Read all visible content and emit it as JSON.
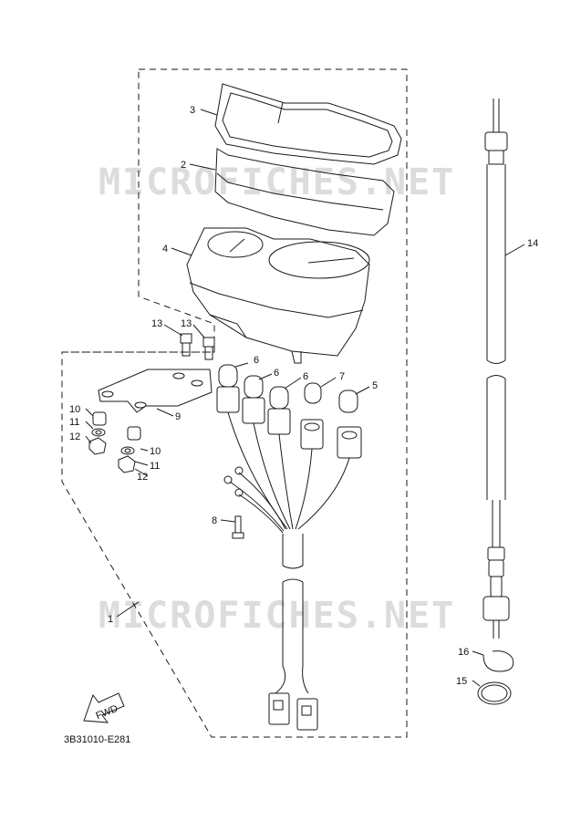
{
  "watermark": "MICROFICHES.NET",
  "diagram_code": "3B31010-E281",
  "fwd_label": "FWD",
  "callouts": {
    "c1": "1",
    "c2": "2",
    "c3": "3",
    "c4": "4",
    "c5": "5",
    "c6a": "6",
    "c6b": "6",
    "c6c": "6",
    "c7": "7",
    "c8": "8",
    "c9": "9",
    "c10a": "10",
    "c10b": "10",
    "c11a": "11",
    "c11b": "11",
    "c12a": "12",
    "c12b": "12",
    "c13a": "13",
    "c13b": "13",
    "c14": "14",
    "c15": "15",
    "c16": "16"
  },
  "colors": {
    "line": "#1a1a1a",
    "watermark": "#dcdcdc",
    "background": "#ffffff"
  }
}
